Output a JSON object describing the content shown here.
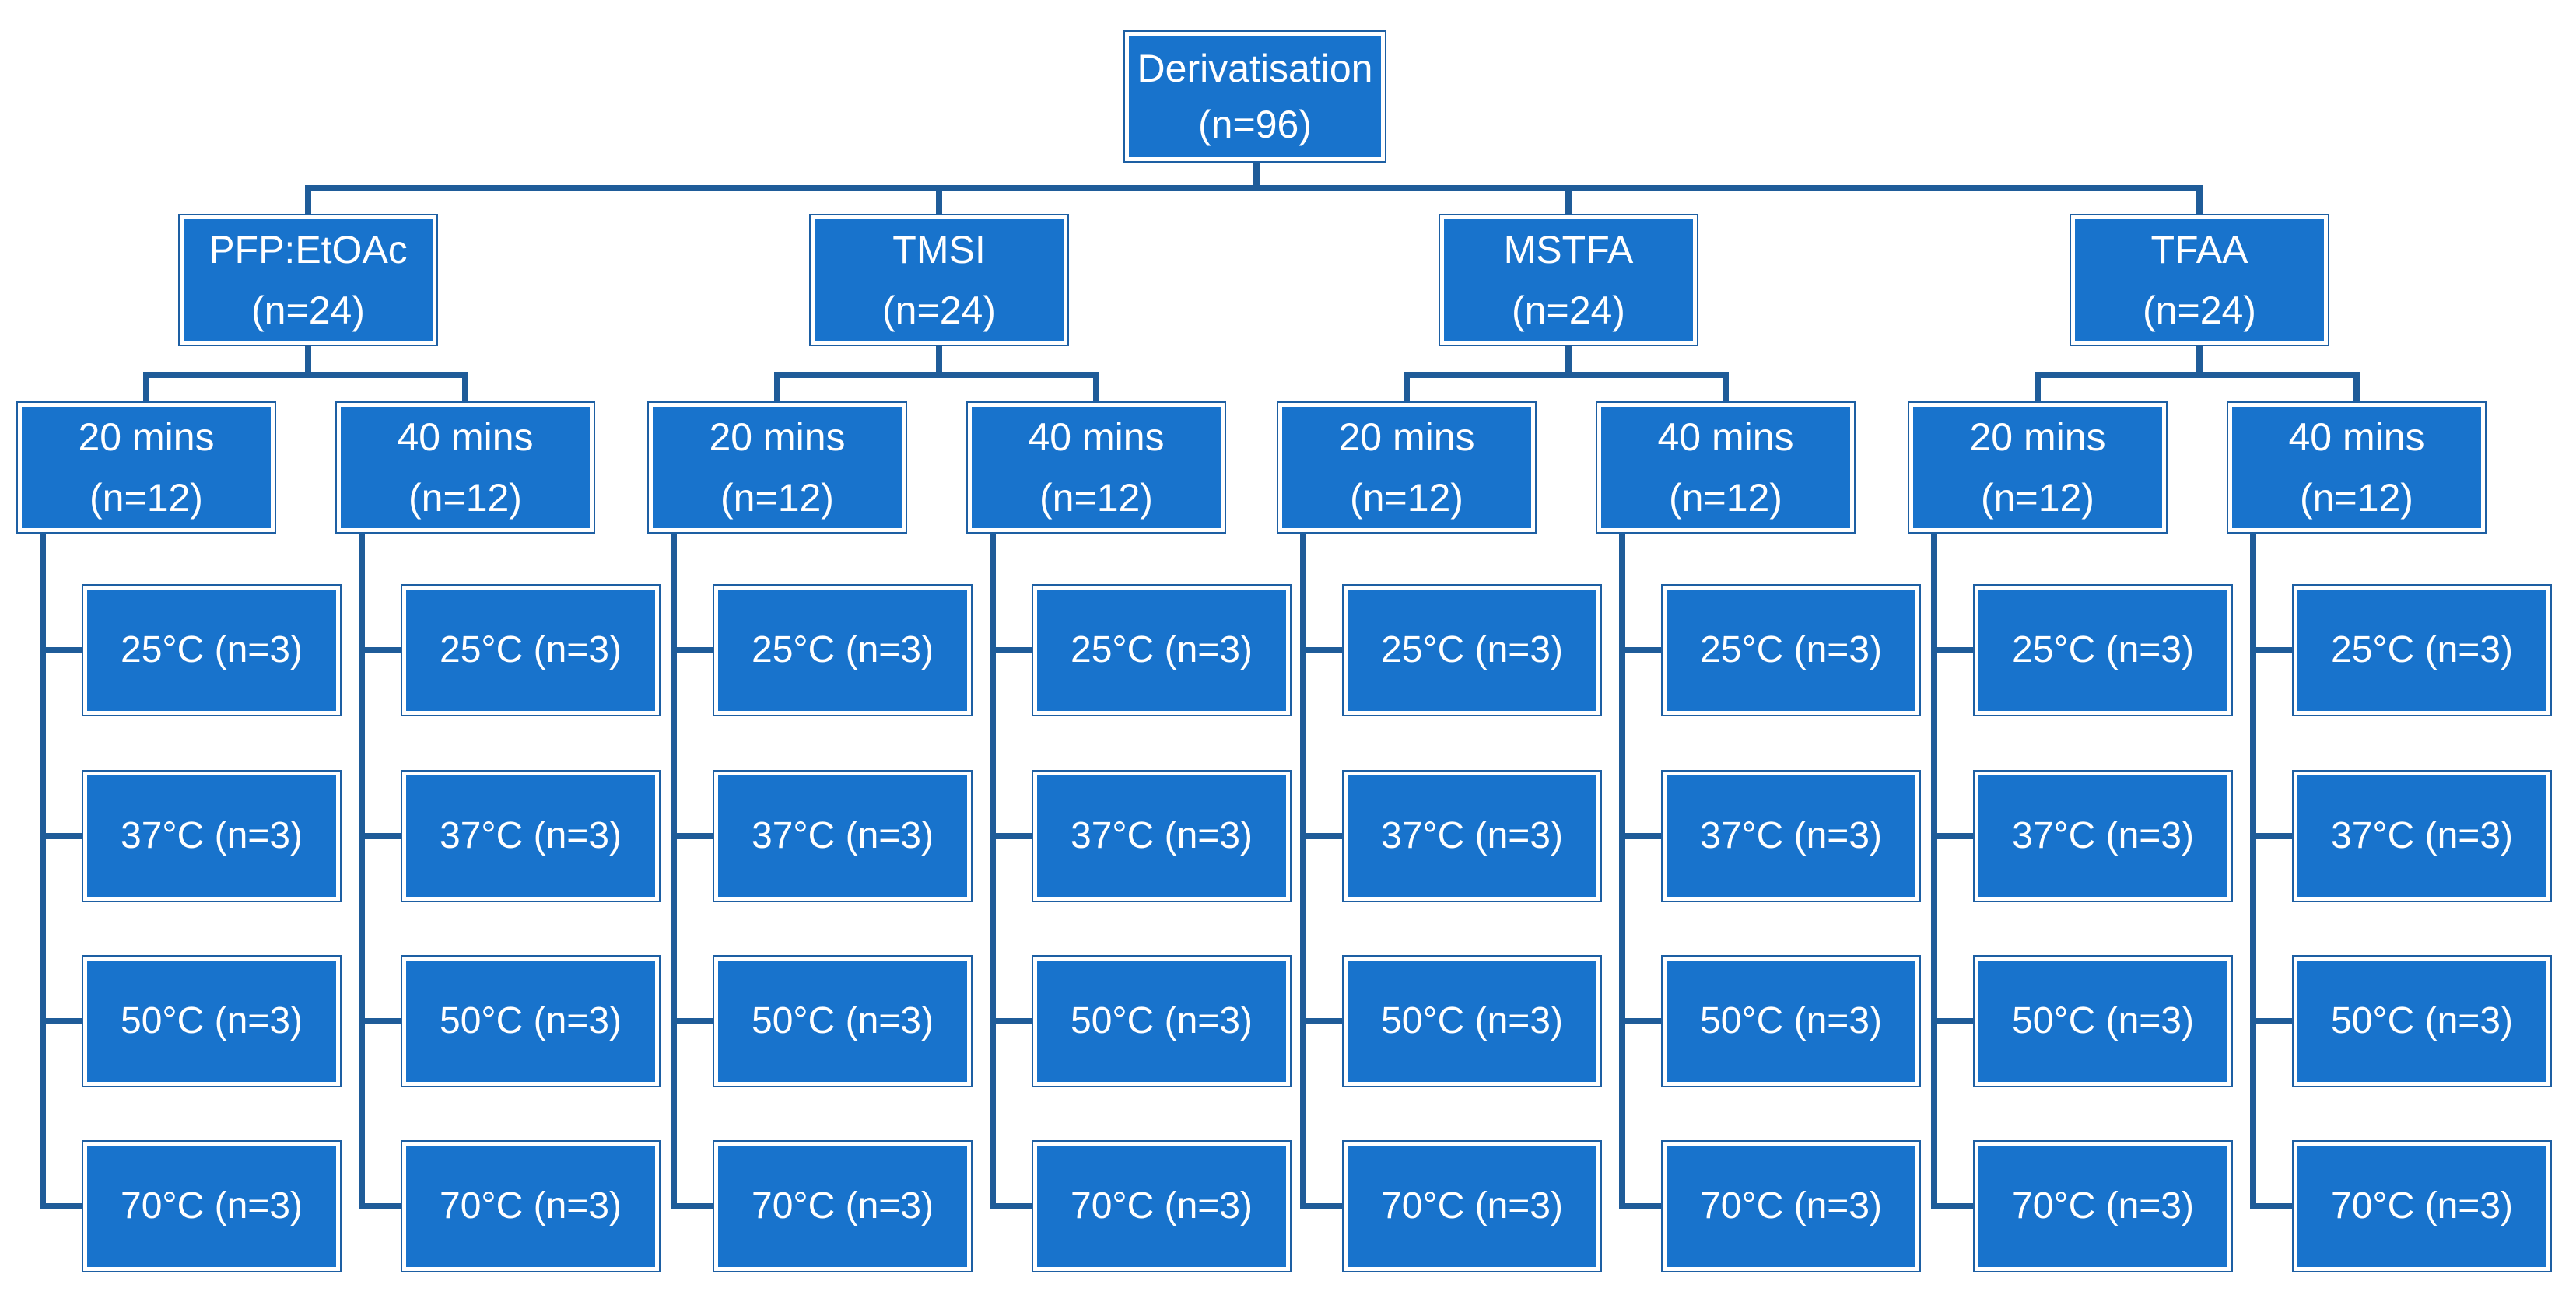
{
  "root": {
    "label": "Derivatisation",
    "count": "(n=96)"
  },
  "reagents": [
    {
      "label": "PFP:EtOAc",
      "count": "(n=24)"
    },
    {
      "label": "TMSI",
      "count": "(n=24)"
    },
    {
      "label": "MSTFA",
      "count": "(n=24)"
    },
    {
      "label": "TFAA",
      "count": "(n=24)"
    }
  ],
  "times": [
    {
      "label": "20 mins",
      "count": "(n=12)"
    },
    {
      "label": "40 mins",
      "count": "(n=12)"
    }
  ],
  "temperatures": [
    "25°C (n=3)",
    "37°C (n=3)",
    "50°C (n=3)",
    "70°C (n=3)"
  ],
  "colors": {
    "box_fill": "#1873CC",
    "box_text": "#FFFFFF",
    "connector": "#1F5C99"
  }
}
